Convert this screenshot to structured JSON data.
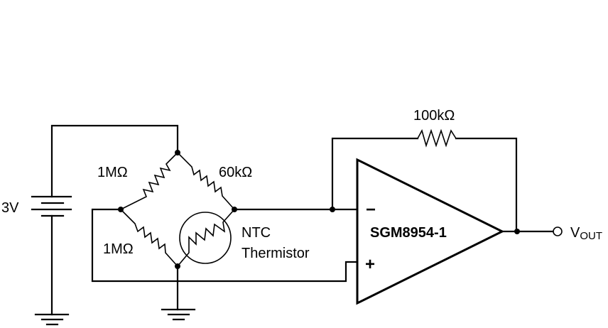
{
  "diagram": {
    "type": "circuit-schematic",
    "description": "Wheatstone bridge with NTC thermistor feeding an op-amp difference stage",
    "supply": {
      "label": "3V",
      "type": "battery"
    },
    "bridge": {
      "r_top_left": {
        "label": "1MΩ",
        "type": "resistor"
      },
      "r_bottom_left": {
        "label": "1MΩ",
        "type": "resistor"
      },
      "r_top_right": {
        "label": "60kΩ",
        "type": "resistor"
      },
      "thermistor": {
        "label_line1": "NTC",
        "label_line2": "Thermistor",
        "type": "ntc-thermistor"
      }
    },
    "feedback_resistor": {
      "label": "100kΩ",
      "type": "resistor"
    },
    "opamp": {
      "part": "SGM8954-1",
      "inverting_label": "−",
      "noninverting_label": "+"
    },
    "output": {
      "label_main": "V",
      "label_sub": "OUT"
    },
    "grounds": [
      "battery-ground",
      "bridge-ground"
    ]
  }
}
